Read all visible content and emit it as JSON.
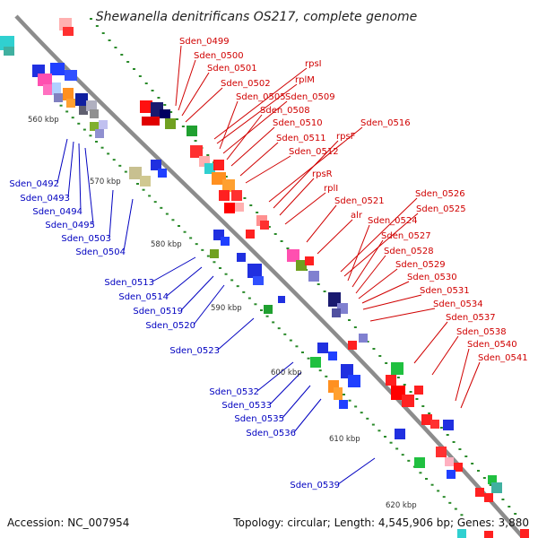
{
  "title": "Shewanella denitrificans OS217, complete genome",
  "accession": "Accession: NC_007954",
  "summary": "Topology: circular; Length: 4,545,906 bp; Genes: 3,880",
  "colors": {
    "forward_label": "#d00000",
    "reverse_label": "#0000c0",
    "backbone": "#8c8c8c",
    "gc_tick": "#2a8a2a"
  },
  "ticks": [
    "560 kbp",
    "570 kbp",
    "580 kbp",
    "590 kbp",
    "600 kbp",
    "610 kbp",
    "620 kbp"
  ],
  "forward_labels": [
    "Sden_0499",
    "Sden_0500",
    "Sden_0501",
    "Sden_0502",
    "rpsI",
    "rplM",
    "Sden_0505",
    "Sden_0509",
    "Sden_0508",
    "Sden_0510",
    "Sden_0516",
    "Sden_0511",
    "rpsF",
    "Sden_0512",
    "rpsR",
    "rplI",
    "Sden_0521",
    "Sden_0526",
    "Sden_0525",
    "alr",
    "Sden_0524",
    "Sden_0527",
    "Sden_0528",
    "Sden_0529",
    "Sden_0530",
    "Sden_0531",
    "Sden_0534",
    "Sden_0537",
    "Sden_0538",
    "Sden_0540",
    "Sden_0541"
  ],
  "reverse_labels": [
    "Sden_0492",
    "Sden_0493",
    "Sden_0494",
    "Sden_0495",
    "Sden_0503",
    "Sden_0504",
    "Sden_0513",
    "Sden_0514",
    "Sden_0519",
    "Sden_0520",
    "Sden_0523",
    "Sden_0532",
    "Sden_0533",
    "Sden_0535",
    "Sden_0536",
    "Sden_0539"
  ]
}
